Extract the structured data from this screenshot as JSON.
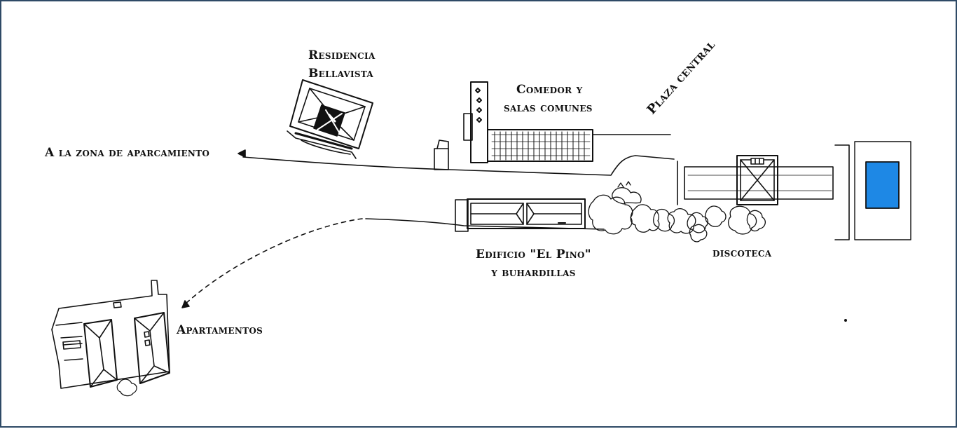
{
  "map": {
    "labels": {
      "residencia_line1": "Residencia",
      "residencia_line2": "Bellavista",
      "comedor_line1": "Comedor y",
      "comedor_line2": "salas comunes",
      "plaza": "Plaza central",
      "parking": "A la zona de aparcamiento",
      "pino_line1": "Edificio \"El Pino\"",
      "pino_line2": "y buhardillas",
      "discoteca": "discoteca",
      "apartamentos": "Apartamentos"
    },
    "colors": {
      "ink": "#111111",
      "pool": "#1e88e5",
      "frame": "#2e4a66"
    }
  }
}
